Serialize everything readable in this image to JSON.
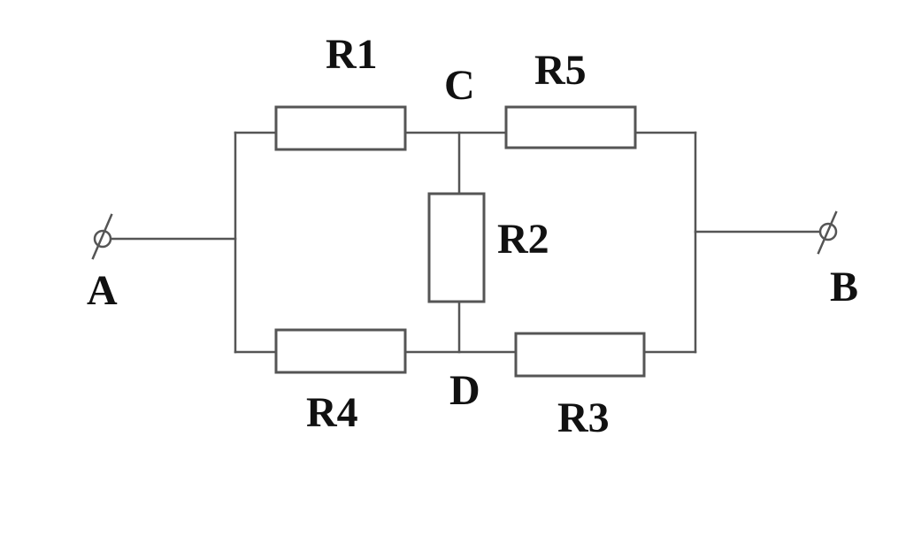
{
  "labels": {
    "r1": "R1",
    "r2": "R2",
    "r3": "R3",
    "r4": "R4",
    "r5": "R5",
    "node_c": "C",
    "node_d": "D",
    "terminal_a": "A",
    "terminal_b": "B"
  },
  "colors": {
    "wire": "#555555",
    "text": "#111111",
    "background": "#ffffff"
  }
}
